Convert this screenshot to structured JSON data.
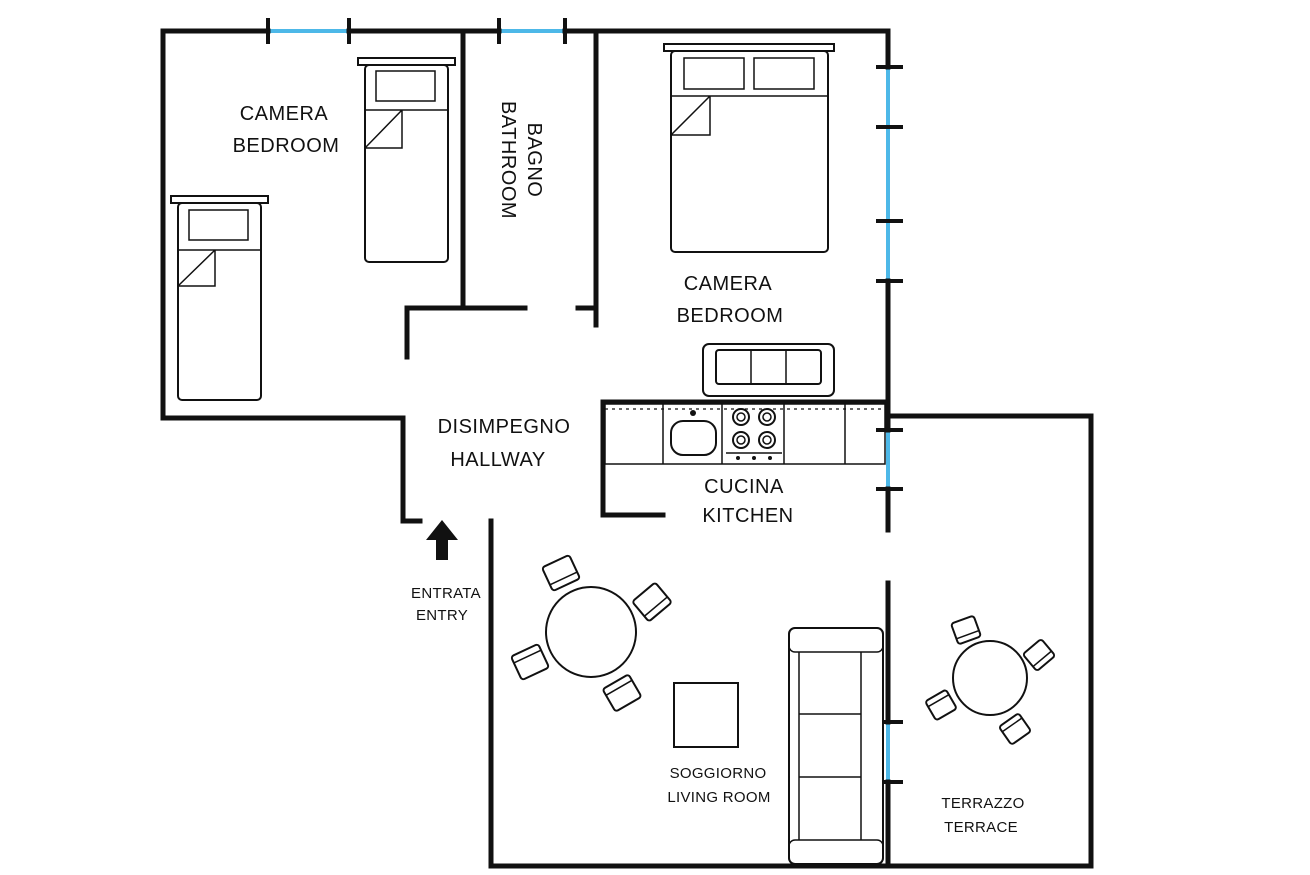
{
  "rooms": {
    "bedroom_left": {
      "line1": "CAMERA",
      "line2": "BEDROOM"
    },
    "bathroom": {
      "line1": "BAGNO",
      "line2": "BATHROOM"
    },
    "bedroom_right": {
      "line1": "CAMERA",
      "line2": "BEDROOM"
    },
    "hallway": {
      "line1": "DISIMPEGNO",
      "line2": "HALLWAY"
    },
    "kitchen": {
      "line1": "CUCINA",
      "line2": "KITCHEN"
    },
    "entry": {
      "line1": "ENTRATA",
      "line2": "ENTRY"
    },
    "living_room": {
      "line1": "SOGGIORNO",
      "line2": "LIVING ROOM"
    },
    "terrace": {
      "line1": "TERRAZZO",
      "line2": "TERRACE"
    }
  },
  "colors": {
    "wall": "#111111",
    "window": "#4db8e8",
    "background": "#ffffff"
  },
  "icons": {
    "entry": "up-arrow-icon"
  }
}
